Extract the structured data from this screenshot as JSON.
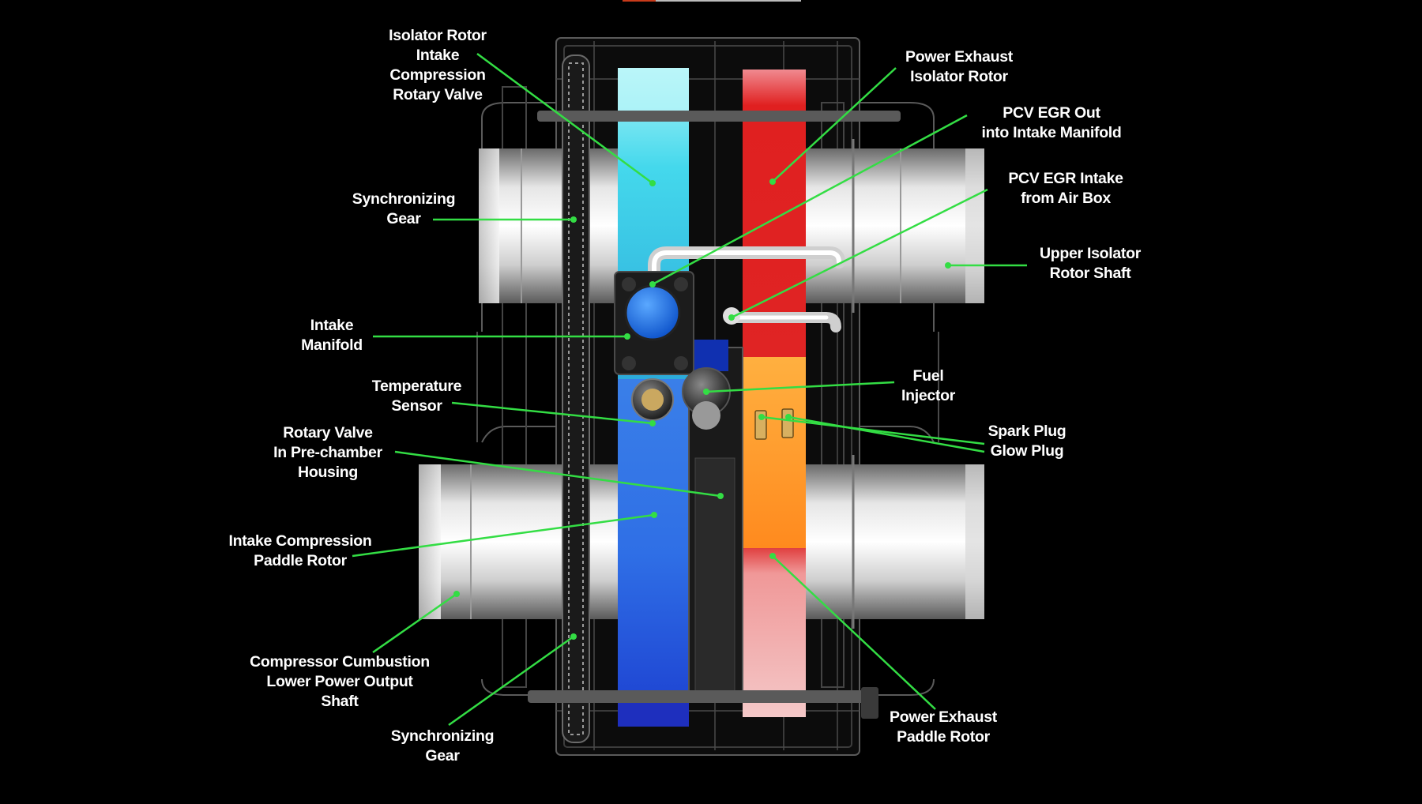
{
  "colors": {
    "background": "#000000",
    "leader_line": "#33dd44",
    "intake_flow": "#3aa8e8",
    "exhaust_flow": "#e82828",
    "combustion": "#ff9a2a"
  },
  "labels": [
    {
      "id": "isolator-rotor-intake",
      "text": "Isolator Rotor\nIntake\nCompression\nRotary Valve"
    },
    {
      "id": "power-exhaust-isolator",
      "text": "Power Exhaust\nIsolator Rotor"
    },
    {
      "id": "pcv-egr-out",
      "text": "PCV EGR Out\ninto Intake Manifold"
    },
    {
      "id": "pcv-egr-intake",
      "text": "PCV EGR Intake\nfrom Air Box"
    },
    {
      "id": "synchronizing-gear-upper",
      "text": "Synchronizing\nGear"
    },
    {
      "id": "upper-isolator-shaft",
      "text": "Upper Isolator\nRotor Shaft"
    },
    {
      "id": "intake-manifold",
      "text": "Intake\nManifold"
    },
    {
      "id": "temperature-sensor",
      "text": "Temperature\nSensor"
    },
    {
      "id": "fuel-injector",
      "text": "Fuel\nInjector"
    },
    {
      "id": "rotary-valve-prechamber",
      "text": "Rotary Valve\nIn Pre-chamber\nHousing"
    },
    {
      "id": "spark-glow-plug",
      "text": "Spark Plug\nGlow Plug"
    },
    {
      "id": "intake-compression-paddle",
      "text": "Intake Compression\nPaddle Rotor"
    },
    {
      "id": "compressor-output-shaft",
      "text": "Compressor Cumbustion\nLower Power Output\nShaft"
    },
    {
      "id": "synchronizing-gear-lower",
      "text": "Synchronizing\nGear"
    },
    {
      "id": "power-exhaust-paddle",
      "text": "Power Exhaust\nPaddle Rotor"
    }
  ]
}
